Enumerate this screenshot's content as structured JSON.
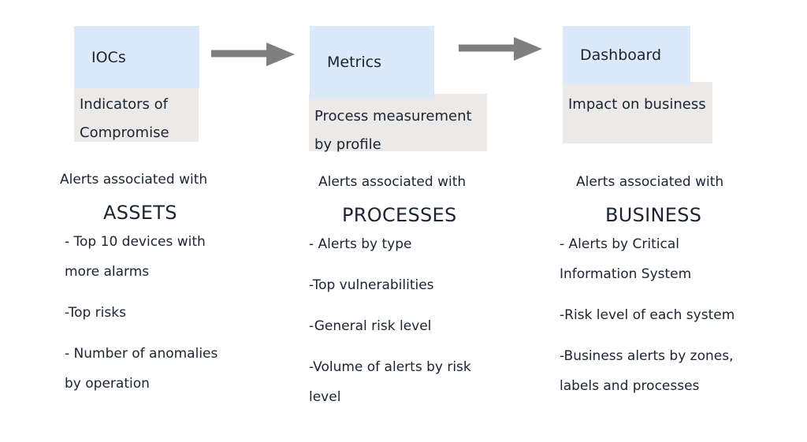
{
  "diagram": {
    "title_flow": "IOCs to Metrics to Dashboard",
    "accent_header_color": "#dbe9f8",
    "accent_body_color": "#eceae8",
    "arrow_color": "#7f7f7f",
    "text_color": "#1b2431",
    "background_color": "#ffffff"
  },
  "stages": [
    {
      "header": "IOCs",
      "body": "Indicators of Compromise",
      "assoc_label": "Alerts associated with",
      "focus": "ASSETS",
      "bullets": [
        "- Top 10 devices with\nmore alarms",
        "-Top risks",
        "- Number of anomalies\nby operation"
      ]
    },
    {
      "header": "Metrics",
      "body": "Process measurement by profile",
      "assoc_label": "Alerts associated with",
      "focus": "PROCESSES",
      "bullets": [
        "- Alerts by type",
        "-Top vulnerabilities",
        "-General risk level",
        "-Volume of alerts by risk\nlevel"
      ]
    },
    {
      "header": "Dashboard",
      "body": "Impact on business",
      "assoc_label": "Alerts associated with",
      "focus": "BUSINESS",
      "bullets": [
        "- Alerts by Critical\nInformation System",
        "-Risk level of each system",
        "-Business alerts by zones,\nlabels and processes"
      ]
    }
  ],
  "arrows": [
    {
      "name": "arrow-iocs-to-metrics"
    },
    {
      "name": "arrow-metrics-to-dashboard"
    }
  ]
}
